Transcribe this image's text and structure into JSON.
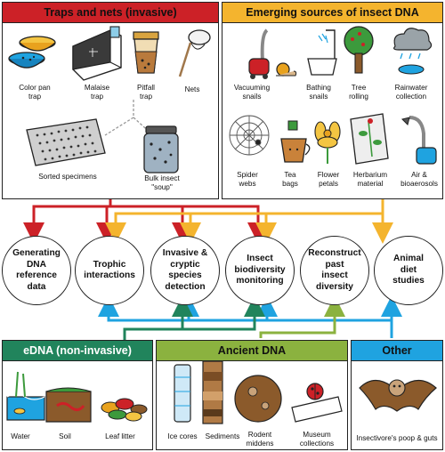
{
  "colors": {
    "red": "#cc2127",
    "yellow": "#f4b42e",
    "green_dark": "#21845c",
    "green_light": "#8bb23f",
    "blue": "#1fa3e0"
  },
  "traps": {
    "title": "Traps and nets (invasive)",
    "items": {
      "color_pan": "Color pan\ntrap",
      "malaise": "Malaise\ntrap",
      "pitfall": "Pitfall\ntrap",
      "nets": "Nets",
      "sorted": "Sorted specimens",
      "bulk": "Bulk insect\n\"soup\""
    }
  },
  "emerging": {
    "title": "Emerging sources of insect DNA",
    "items": {
      "vacuuming": "Vacuuming\nsnails",
      "bathing": "Bathing\nsnails",
      "tree": "Tree\nrolling",
      "rain": "Rainwater\ncollection",
      "spider": "Spider\nwebs",
      "tea": "Tea\nbags",
      "flower": "Flower\npetals",
      "herbarium": "Herbarium\nmaterial",
      "air": "Air &\nbioaerosols"
    }
  },
  "applications": [
    "Generating\nDNA\nreference\ndata",
    "Trophic\ninteractions",
    "Invasive &\ncryptic\nspecies\ndetection",
    "Insect\nbiodiversity\nmonitoring",
    "Reconstruct\npast\ninsect\ndiversity",
    "Animal\ndiet\nstudies"
  ],
  "edna": {
    "title": "eDNA (non-invasive)",
    "items": {
      "water": "Water",
      "soil": "Soil",
      "leaf": "Leaf litter"
    }
  },
  "ancient": {
    "title": "Ancient DNA",
    "items": {
      "ice": "Ice cores",
      "sediments": "Sediments",
      "middens": "Rodent\nmiddens",
      "museum": "Museum\ncollections"
    }
  },
  "other": {
    "title": "Other",
    "items": {
      "poop": "Insectivore's poop & guts"
    }
  }
}
